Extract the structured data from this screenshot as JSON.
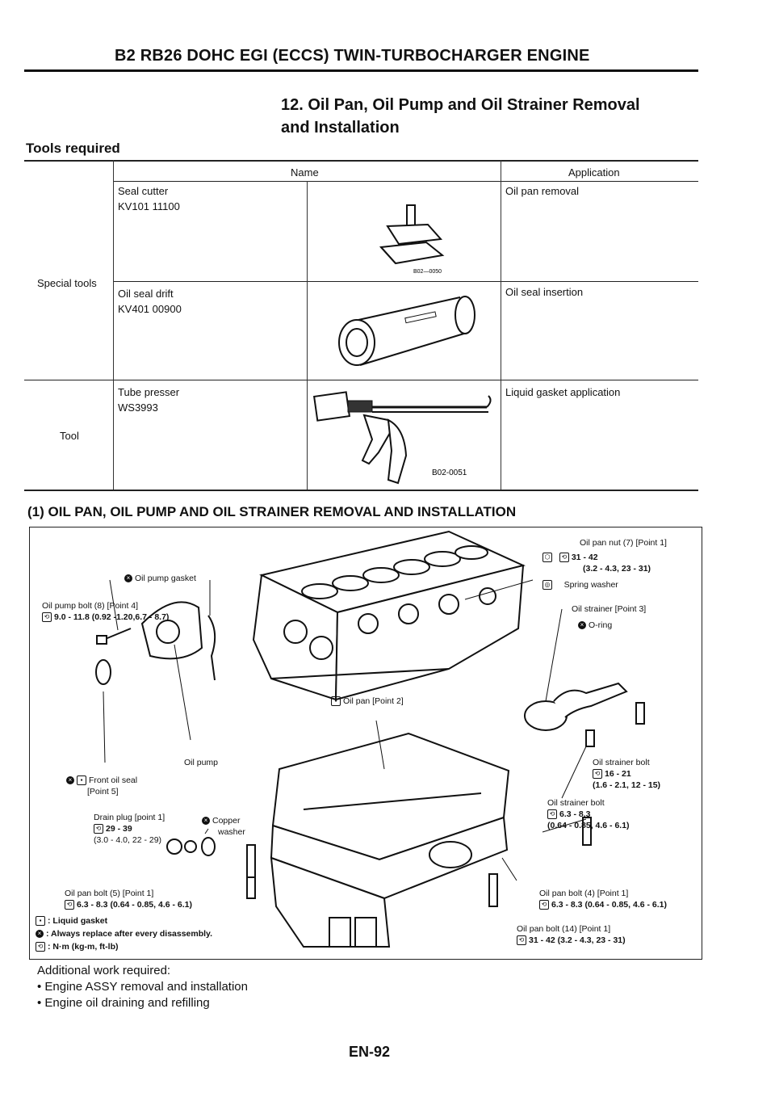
{
  "header": {
    "title": "B2 RB26 DOHC EGI (ECCS) TWIN-TURBOCHARGER ENGINE",
    "section_title_line1": "12. Oil Pan, Oil Pump and Oil Strainer Removal",
    "section_title_line2": "and Installation"
  },
  "tools": {
    "heading": "Tools required",
    "col_name": "Name",
    "col_application": "Application",
    "cat_special": "Special tools",
    "cat_tool": "Tool",
    "rows": [
      {
        "name": "Seal cutter",
        "code": "KV101 11100",
        "fig": "B02—0050",
        "application": "Oil pan removal"
      },
      {
        "name": "Oil seal drift",
        "code": "KV401 00900",
        "fig": "",
        "application": "Oil seal insertion"
      },
      {
        "name": "Tube presser",
        "code": "WS3993",
        "fig": "B02-0051",
        "application": "Liquid gasket application"
      }
    ]
  },
  "diagram": {
    "heading": "(1) OIL PAN, OIL PUMP AND OIL STRAINER REMOVAL AND INSTALLATION",
    "labels": {
      "oil_pump_gasket": "Oil pump gasket",
      "oil_pump_bolt": "Oil pump bolt (8) [Point 4]",
      "oil_pump_bolt_torque": "9.0 - 11.8 (0.92 -1.20,6.7 - 8.7)",
      "oil_pump": "Oil pump",
      "front_oil_seal_1": "Front oil seal",
      "front_oil_seal_2": "[Point 5]",
      "drain_plug": "Drain plug [point 1]",
      "drain_plug_torque_1": "29 - 39",
      "drain_plug_torque_2": "(3.0 - 4.0, 22 - 29)",
      "copper_washer_1": "Copper",
      "copper_washer_2": "washer",
      "oil_pan_bolt5": "Oil pan bolt (5) [Point 1]",
      "oil_pan_bolt5_torque": "6.3 - 8.3 (0.64 - 0.85, 4.6 - 6.1)",
      "oil_pan_nut": "Oil pan nut (7) [Point 1]",
      "oil_pan_nut_torque_1": "31 - 42",
      "oil_pan_nut_torque_2": "(3.2 - 4.3, 23 - 31)",
      "spring_washer": "Spring washer",
      "oil_strainer": "Oil strainer [Point 3]",
      "o_ring": "O-ring",
      "oil_pan": "Oil pan [Point 2]",
      "oil_strainer_bolt_a": "Oil strainer bolt",
      "oil_strainer_bolt_a_torque_1": "16 - 21",
      "oil_strainer_bolt_a_torque_2": "(1.6 - 2.1, 12 - 15)",
      "oil_strainer_bolt_b": "Oil strainer bolt",
      "oil_strainer_bolt_b_torque_1": "6.3 - 8.3",
      "oil_strainer_bolt_b_torque_2": "(0.64 - 0.85, 4.6 - 6.1)",
      "oil_pan_bolt4": "Oil pan bolt (4) [Point 1]",
      "oil_pan_bolt4_torque": "6.3 - 8.3 (0.64 - 0.85, 4.6 - 6.1)",
      "oil_pan_bolt14": "Oil pan bolt (14) [Point 1]",
      "oil_pan_bolt14_torque": "31 - 42 (3.2 - 4.3, 23 - 31)"
    },
    "legend": {
      "liquid_gasket": ": Liquid gasket",
      "always_replace": ": Always replace after every disassembly.",
      "torque_unit": ": N·m (kg-m, ft-lb)"
    }
  },
  "footer": {
    "additional_heading": "Additional work required:",
    "items": [
      "• Engine ASSY removal and installation",
      "• Engine oil draining and refilling"
    ],
    "page_number": "EN-92"
  }
}
